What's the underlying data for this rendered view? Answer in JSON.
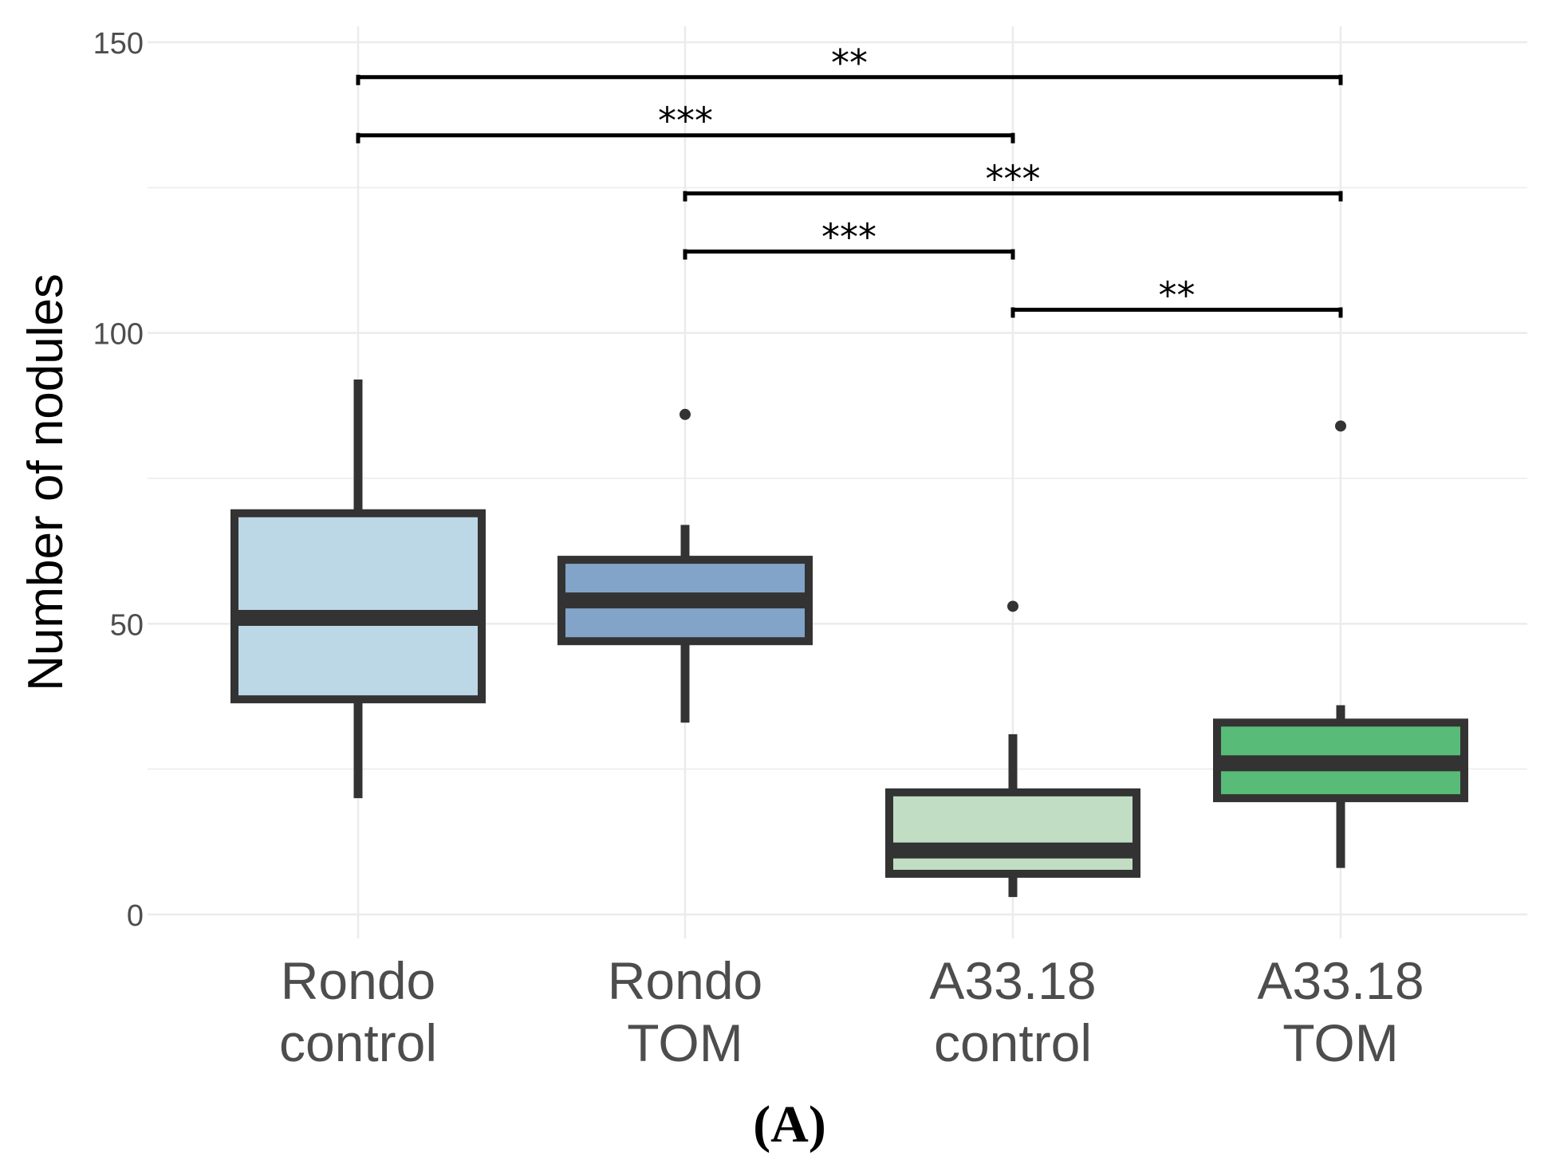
{
  "chart_data": {
    "type": "box",
    "ylabel": "Number of nodules",
    "xlabel": "",
    "ylim": [
      0,
      150
    ],
    "yticks": [
      0,
      50,
      100,
      150
    ],
    "grid": true,
    "categories": [
      {
        "lines": [
          "Rondo",
          "control"
        ]
      },
      {
        "lines": [
          "Rondo",
          "TOM"
        ]
      },
      {
        "lines": [
          "A33.18",
          "control"
        ]
      },
      {
        "lines": [
          "A33.18",
          "TOM"
        ]
      }
    ],
    "boxes": [
      {
        "q1": 37,
        "median": 51,
        "q3": 69,
        "whisker_low": 20,
        "whisker_high": 92,
        "outliers": [],
        "fill": "#bcd7e6"
      },
      {
        "q1": 47,
        "median": 54,
        "q3": 61,
        "whisker_low": 33,
        "whisker_high": 67,
        "outliers": [
          86
        ],
        "fill": "#82a4c9"
      },
      {
        "q1": 7,
        "median": 11,
        "q3": 21,
        "whisker_low": 3,
        "whisker_high": 31,
        "outliers": [
          53
        ],
        "fill": "#c1dec5"
      },
      {
        "q1": 20,
        "median": 26,
        "q3": 33,
        "whisker_low": 8,
        "whisker_high": 36,
        "outliers": [
          84
        ],
        "fill": "#58bb77"
      }
    ],
    "significance": [
      {
        "from": 0,
        "to": 3,
        "y": 144,
        "label": "**"
      },
      {
        "from": 0,
        "to": 2,
        "y": 134,
        "label": "***"
      },
      {
        "from": 1,
        "to": 3,
        "y": 124,
        "label": "***"
      },
      {
        "from": 1,
        "to": 2,
        "y": 114,
        "label": "***"
      },
      {
        "from": 2,
        "to": 3,
        "y": 104,
        "label": "**"
      }
    ],
    "panel_label": "(A)",
    "colors": {
      "box_line": "#333333",
      "grid": "#ebebeb"
    }
  }
}
